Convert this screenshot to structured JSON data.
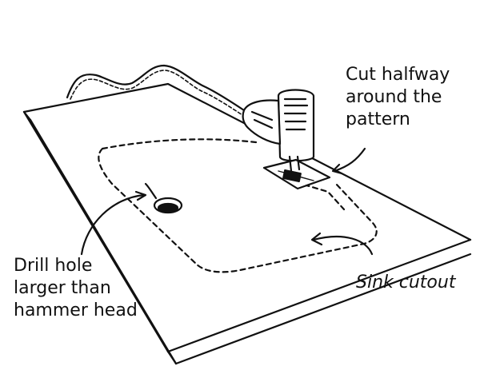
{
  "labels": {
    "cut": [
      "Cut halfway",
      "around the",
      "pattern"
    ],
    "drill": [
      "Drill hole",
      "larger than",
      "hammer head"
    ],
    "sink": "Sink cutout"
  },
  "colors": {
    "ink": "#111111",
    "paper": "#ffffff"
  }
}
